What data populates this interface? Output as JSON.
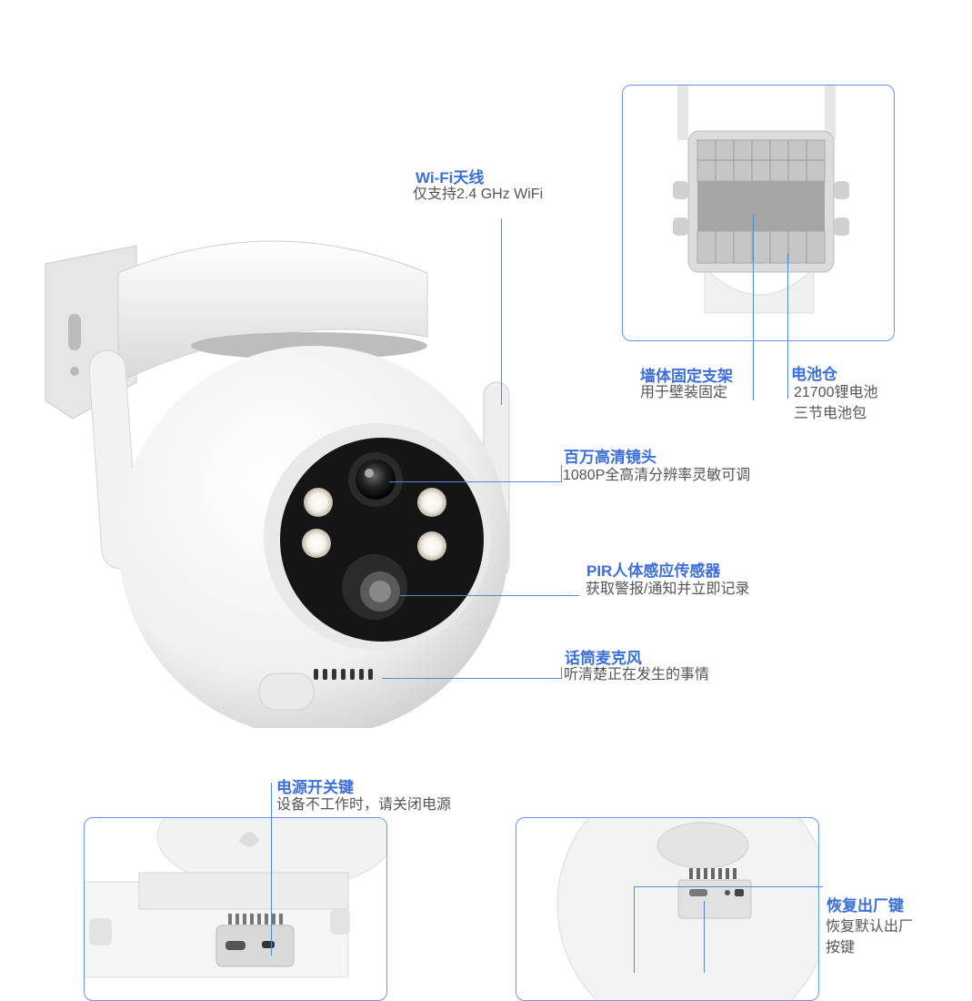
{
  "callouts": {
    "wifi": {
      "title": "Wi-Fi天线",
      "desc": "仅支持2.4 GHz WiFi"
    },
    "bracket": {
      "title": "墙体固定支架",
      "desc": "用于壁装固定"
    },
    "battery": {
      "title": "电池仓",
      "desc1": "21700锂电池",
      "desc2": "三节电池包"
    },
    "lens": {
      "title": "百万高清镜头",
      "desc": "1080P全高清分辨率灵敏可调"
    },
    "pir": {
      "title": "PIR人体感应传感器",
      "desc": "获取警报/通知并立即记录"
    },
    "mic": {
      "title": "话筒麦克风",
      "desc": "听清楚正在发生的事情"
    },
    "power": {
      "title": "电源开关键",
      "desc": "设备不工作时，请关闭电源"
    },
    "reset": {
      "title": "恢复出厂键",
      "desc1": "恢复默认出厂",
      "desc2": "按键"
    }
  },
  "colors": {
    "accent": "#3d6fd6",
    "line": "#5b85d9",
    "text": "#555555"
  }
}
